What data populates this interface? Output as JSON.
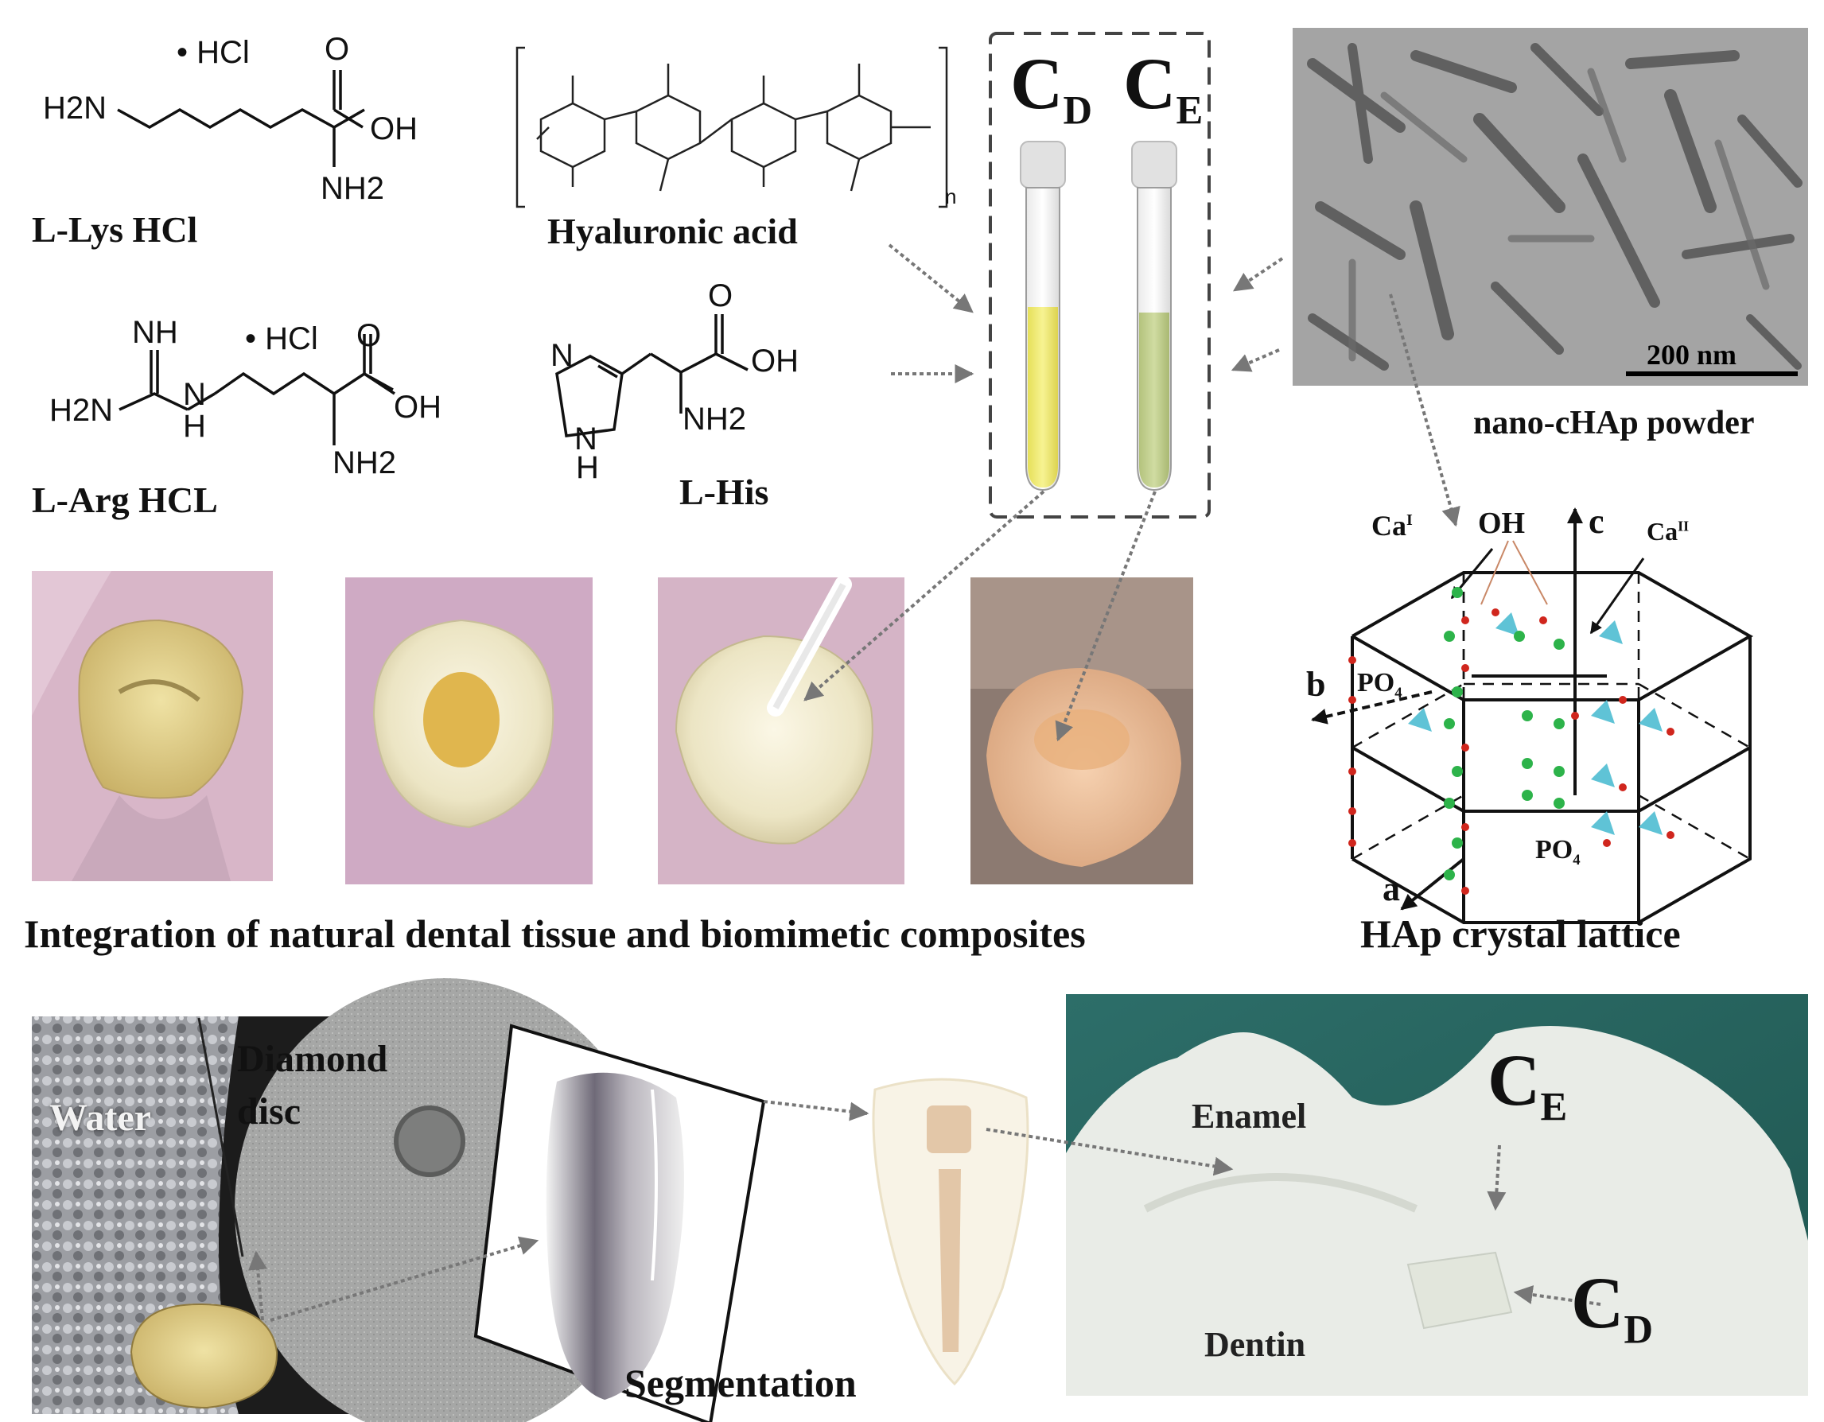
{
  "molecules": {
    "lys": {
      "name": "L-Lys HCl",
      "salt": "• HCl",
      "h2n": "H2N",
      "nh2": "NH2",
      "o": "O",
      "oh": "OH"
    },
    "arg": {
      "name": "L-Arg HCL",
      "salt": "• HCl",
      "nh": "NH",
      "h2n": "H2N",
      "n": "N",
      "h": "H",
      "nh2": "NH2",
      "o": "O",
      "oh": "OH"
    },
    "ha": {
      "name": "Hyaluronic acid",
      "n": "n"
    },
    "his": {
      "name": "L-His",
      "n": "N",
      "nh": "N",
      "h": "H",
      "nh2": "NH2",
      "o": "O",
      "oh": "OH"
    }
  },
  "tubes": {
    "cd": {
      "main": "C",
      "sub": "D",
      "color": "#f3ee78"
    },
    "ce": {
      "main": "C",
      "sub": "E",
      "color": "#c6d394"
    }
  },
  "tem": {
    "scale": "200 nm",
    "caption": "nano-cHAp powder"
  },
  "lattice": {
    "caption": "HAp crystal lattice",
    "ca1": "Ca",
    "ca1_sup": "I",
    "ca2": "Ca",
    "ca2_sup": "II",
    "oh": "OH",
    "axis_c": "c",
    "axis_b": "b",
    "axis_a": "a",
    "po4": "PO",
    "po4_sub": "4"
  },
  "teeth_caption": "Integration of natural dental tissue and biomimetic composites",
  "bottom": {
    "water": "Water",
    "diamond_line1": "Diamond",
    "diamond_line2": "disc",
    "segmentation": "Segmentation",
    "enamel": "Enamel",
    "dentin": "Dentin",
    "ce_main": "C",
    "ce_sub": "E",
    "cd_main": "C",
    "cd_sub": "D"
  },
  "colors": {
    "yellow_liquid": "#f3ee78",
    "green_liquid": "#c6d394",
    "glove_pink": "#d8b6c8",
    "calcium_green": "#2db34a",
    "oxygen_red": "#d0261d",
    "phosphate_cyan": "#5fc3d6",
    "teal_background": "#2b6f68"
  }
}
